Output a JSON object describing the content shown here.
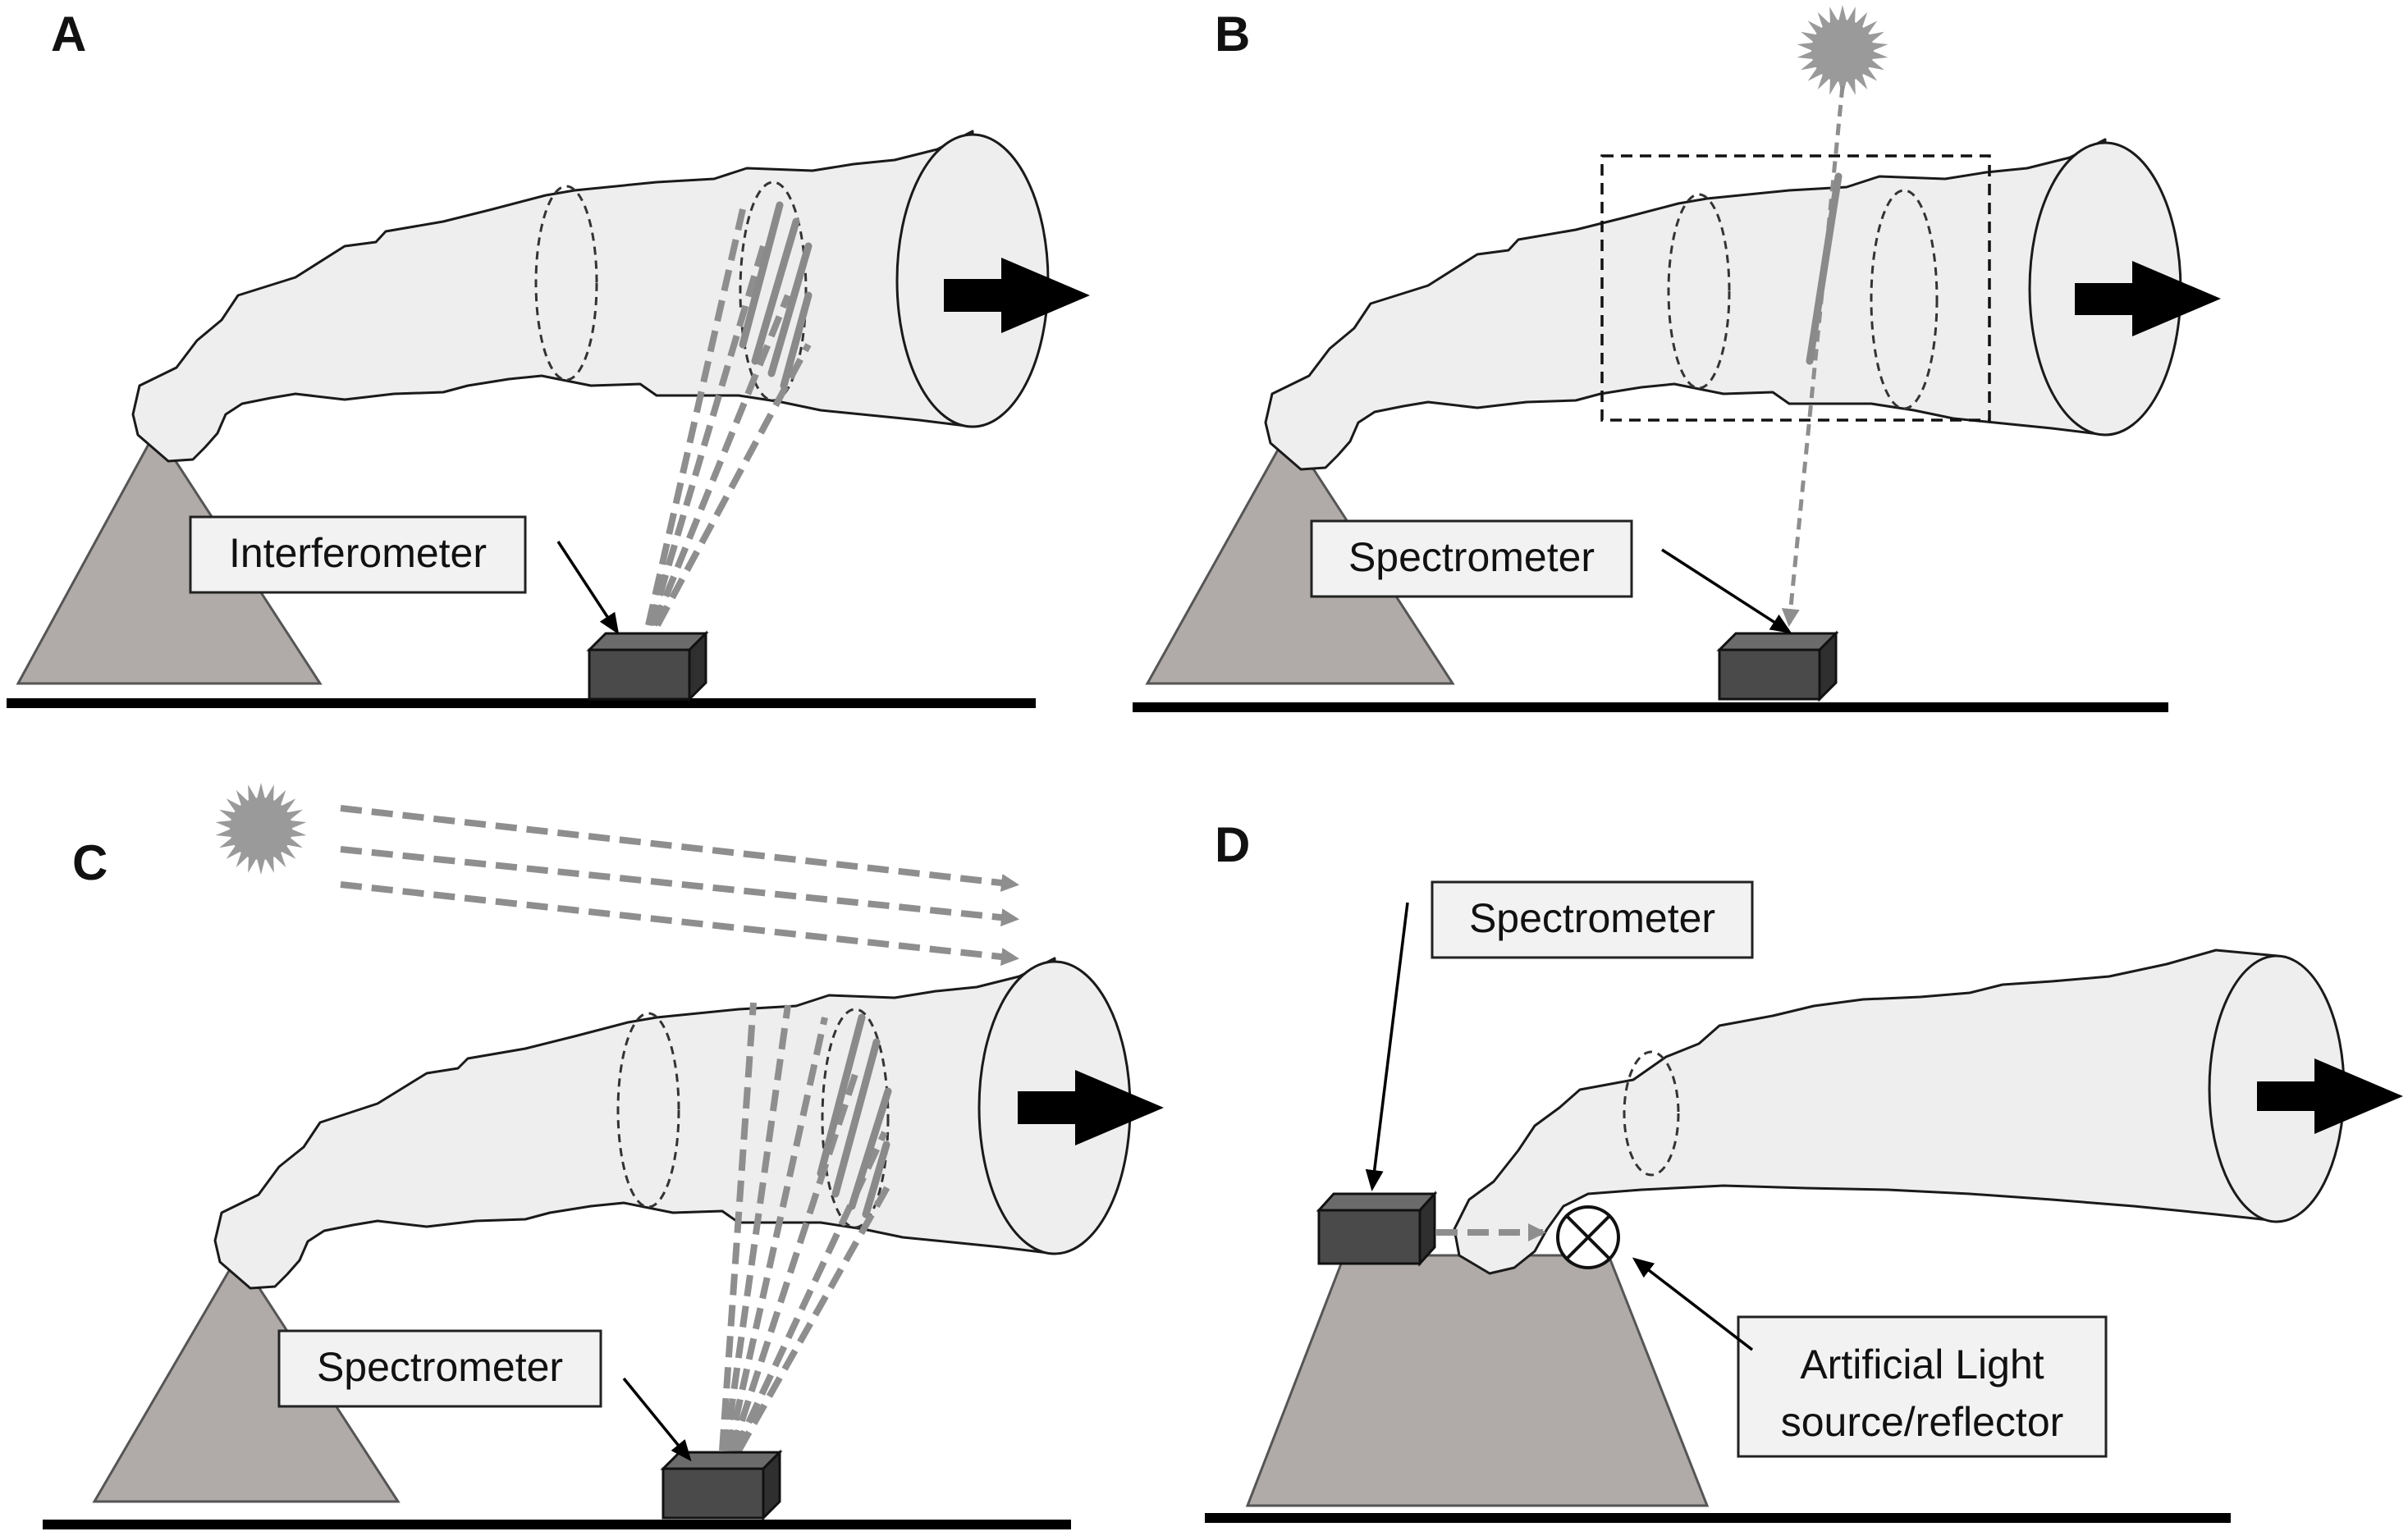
{
  "panels": [
    {
      "letter": "A",
      "instrument_label": "Interferometer"
    },
    {
      "letter": "B",
      "instrument_label": "Spectrometer"
    },
    {
      "letter": "C",
      "instrument_label": "Spectrometer"
    },
    {
      "letter": "D",
      "instrument_label": "Spectrometer",
      "light_label_line1": "Artificial Light",
      "light_label_line2": "source/reflector"
    }
  ],
  "colors": {
    "plume_fill": "#eeeeee",
    "volcano_fill": "#b0aba8",
    "device_fill": "#4a4a4a",
    "ray_gray": "#8e8e8e",
    "sun_gray": "#9a9a9a"
  },
  "icons": [
    "sun-icon",
    "plume-motion-arrow-icon",
    "instrument-box-icon",
    "light-source-crossed-circle-icon"
  ]
}
